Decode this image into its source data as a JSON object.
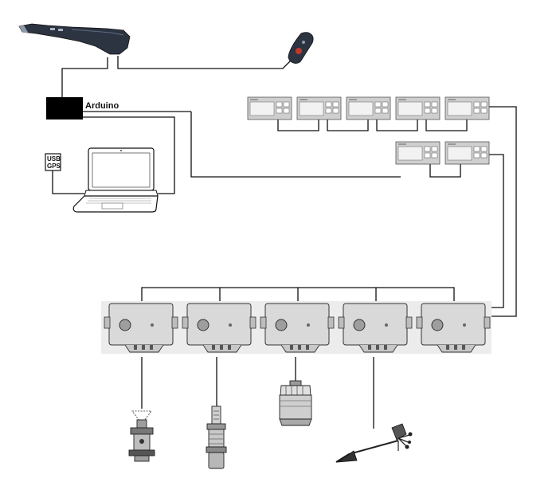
{
  "labels": {
    "controller": "Arduino",
    "usb_gps_line1": "USB",
    "usb_gps_line2": "GPS"
  },
  "colors": {
    "line": "#111111",
    "device_fill": "#d9d9d9",
    "display_frame": "#cfcfcf",
    "display_screen": "#f2f2f2",
    "remote_body": "#2c3442",
    "remote_red": "#c0392b"
  },
  "icons": [
    "handheld-remote-icon",
    "red-button-remote-icon",
    "arduino-board-icon",
    "laptop-icon",
    "usb-gps-icon",
    "display-instrument-icon",
    "interface-box-icon",
    "rudder-sensor-icon",
    "speed-sensor-icon",
    "depth-transducer-icon",
    "wind-vane-icon"
  ]
}
